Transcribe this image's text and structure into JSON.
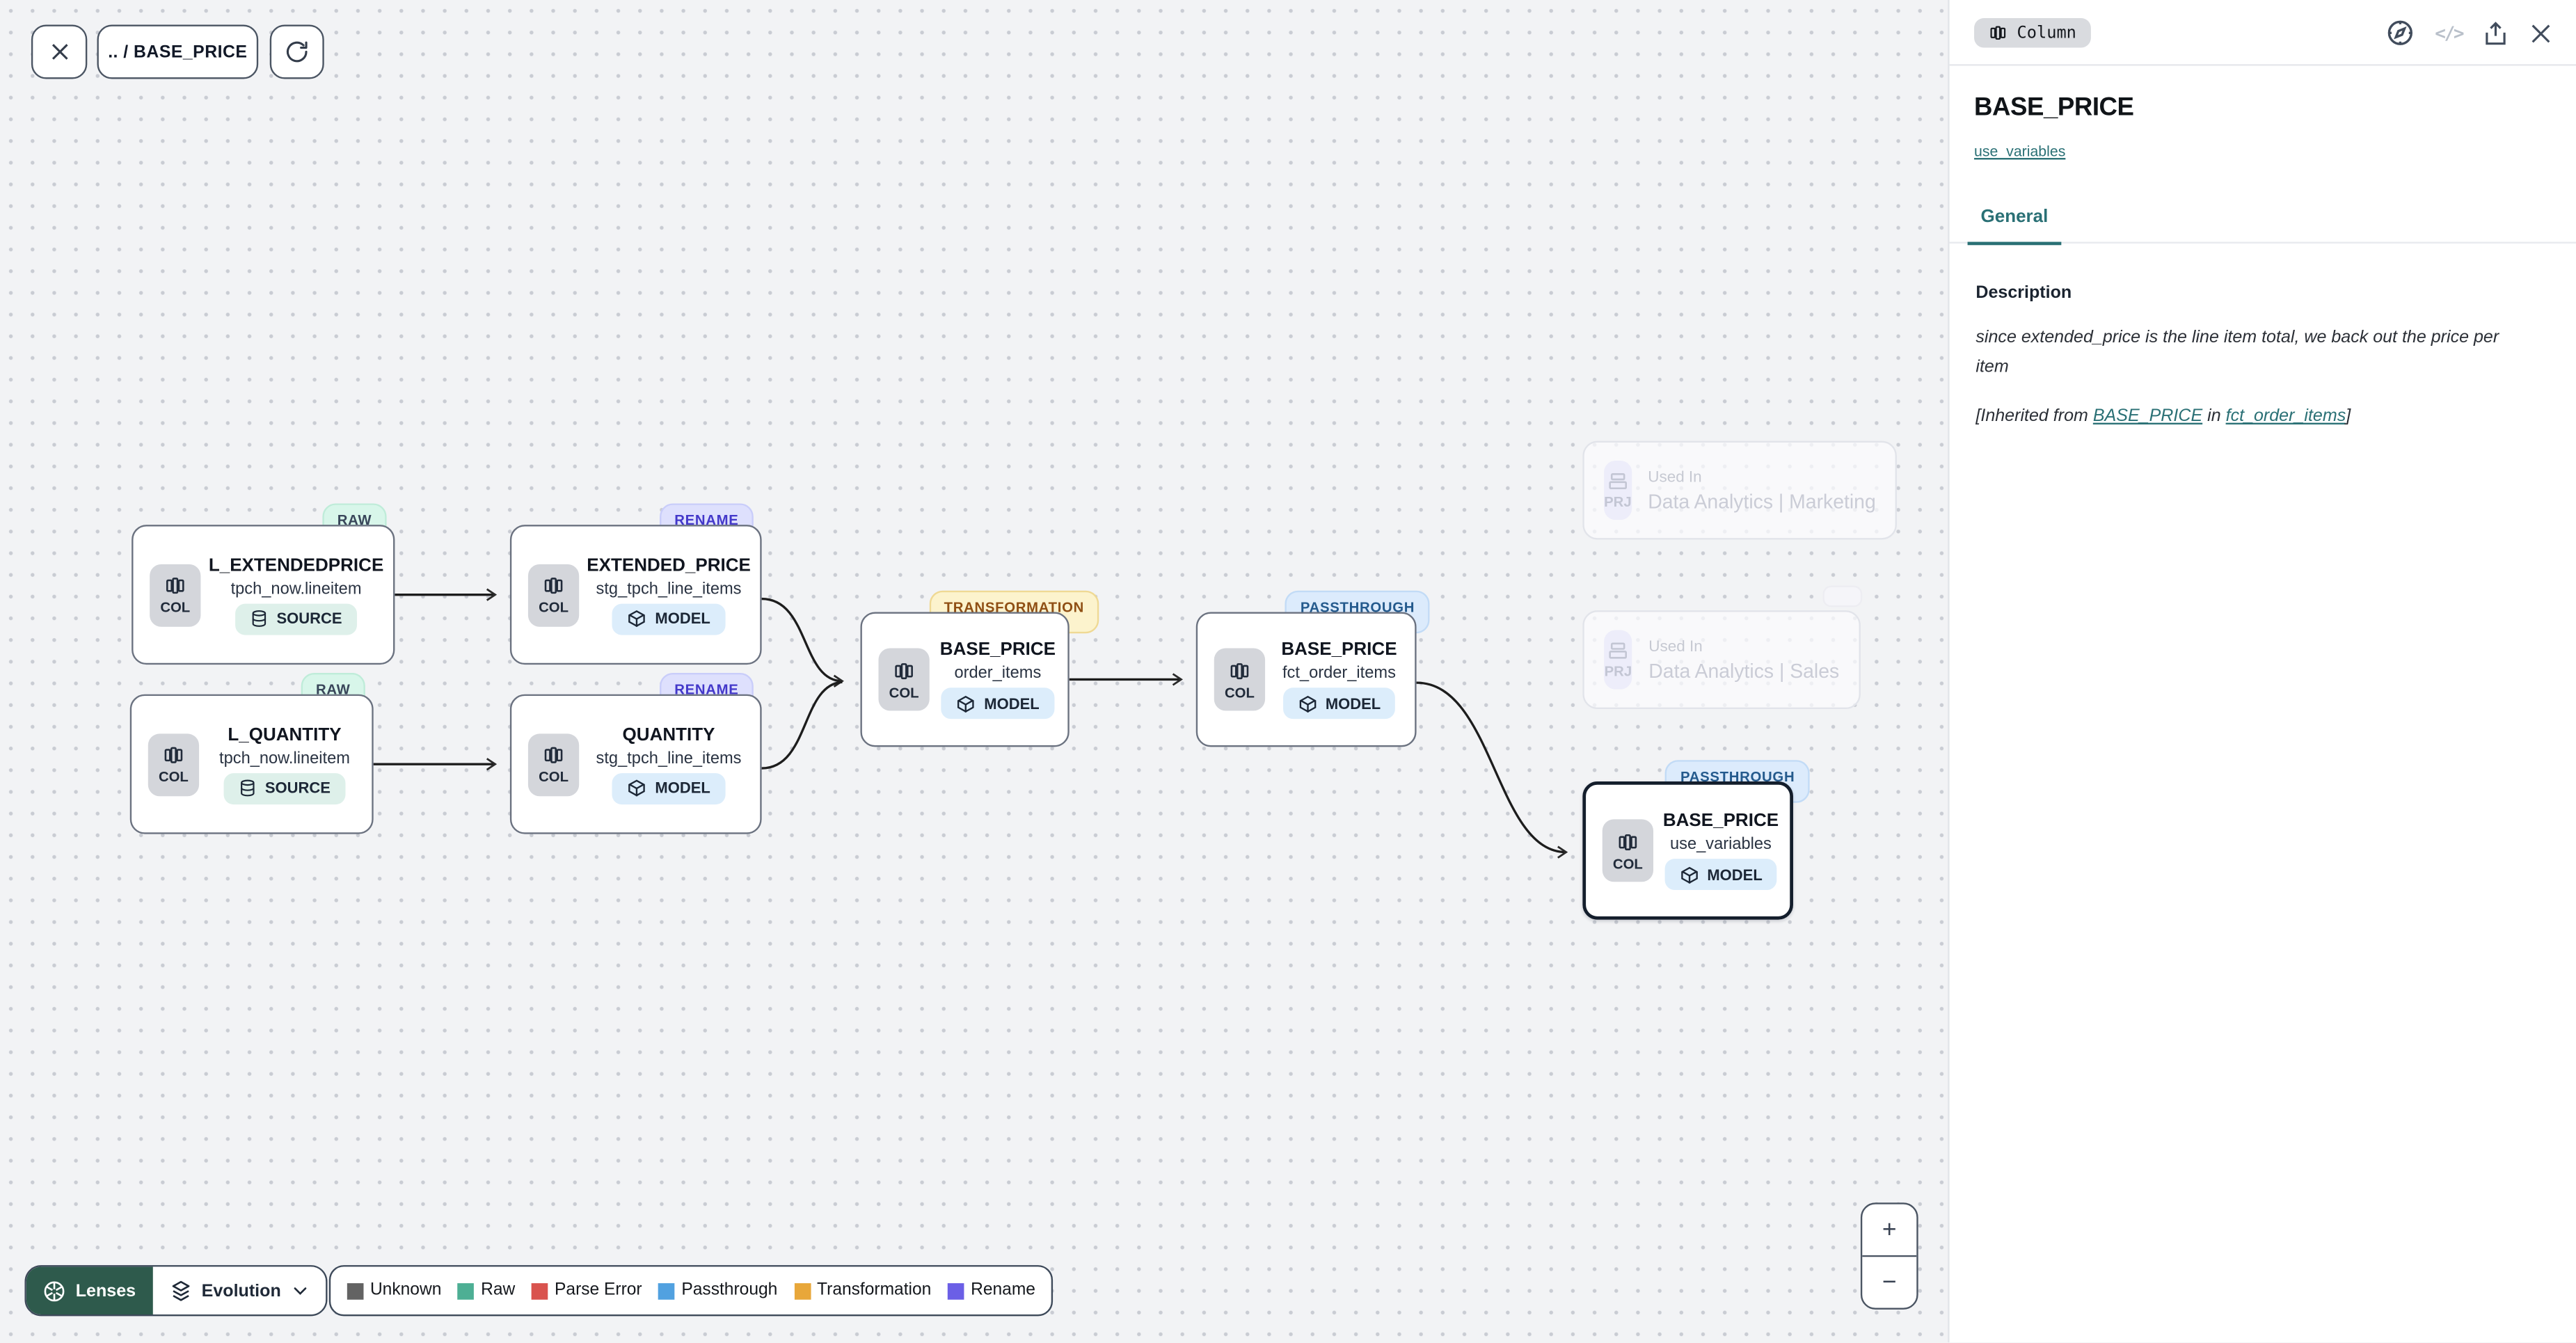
{
  "toolbar": {
    "breadcrumb": ".. / BASE_PRICE"
  },
  "canvas": {
    "nodes": [
      {
        "badge": "RAW",
        "title": "L_EXTENDEDPRICE",
        "subtitle": "tpch_now.lineitem",
        "kind": "SOURCE",
        "icon_label": "COL"
      },
      {
        "badge": "RENAME",
        "title": "EXTENDED_PRICE",
        "subtitle": "stg_tpch_line_items",
        "kind": "MODEL",
        "icon_label": "COL"
      },
      {
        "badge": "RAW",
        "title": "L_QUANTITY",
        "subtitle": "tpch_now.lineitem",
        "kind": "SOURCE",
        "icon_label": "COL"
      },
      {
        "badge": "RENAME",
        "title": "QUANTITY",
        "subtitle": "stg_tpch_line_items",
        "kind": "MODEL",
        "icon_label": "COL"
      },
      {
        "badge": "TRANSFORMATION",
        "title": "BASE_PRICE",
        "subtitle": "order_items",
        "kind": "MODEL",
        "icon_label": "COL"
      },
      {
        "badge": "PASSTHROUGH",
        "title": "BASE_PRICE",
        "subtitle": "fct_order_items",
        "kind": "MODEL",
        "icon_label": "COL"
      },
      {
        "badge": "PASSTHROUGH",
        "title": "BASE_PRICE",
        "subtitle": "use_variables",
        "kind": "MODEL",
        "icon_label": "COL"
      }
    ],
    "ghost_nodes": [
      {
        "label": "Used In",
        "name": "Data Analytics | Marketing",
        "icon_label": "PRJ"
      },
      {
        "label": "Used In",
        "name": "Data Analytics | Sales",
        "icon_label": "PRJ"
      }
    ],
    "controls": {
      "lenses_label": "Lenses",
      "evolution_label": "Evolution",
      "zoom_in": "+",
      "zoom_out": "−"
    },
    "legend": {
      "items": [
        {
          "label": "Unknown",
          "color": "#636363"
        },
        {
          "label": "Raw",
          "color": "#4daf94"
        },
        {
          "label": "Parse Error",
          "color": "#d9534e"
        },
        {
          "label": "Passthrough",
          "color": "#51a1e0"
        },
        {
          "label": "Transformation",
          "color": "#e8a73a"
        },
        {
          "label": "Rename",
          "color": "#6b5fe6"
        }
      ]
    }
  },
  "panel": {
    "chip": "Column",
    "title": "BASE_PRICE",
    "subtitle_link": "use_variables",
    "tabs": [
      {
        "label": "General",
        "active": true
      }
    ],
    "description_heading": "Description",
    "description_text": "since extended_price is the line item total, we back out the price per item",
    "inherited_prefix": "[Inherited from ",
    "inherited_link1": "BASE_PRICE",
    "inherited_mid": " in ",
    "inherited_link2": "fct_order_items",
    "inherited_suffix": "]"
  },
  "colors": {
    "accent_teal": "#2a7075",
    "lenses_green": "#2e5a4c",
    "canvas_bg": "#f2f3f5"
  }
}
